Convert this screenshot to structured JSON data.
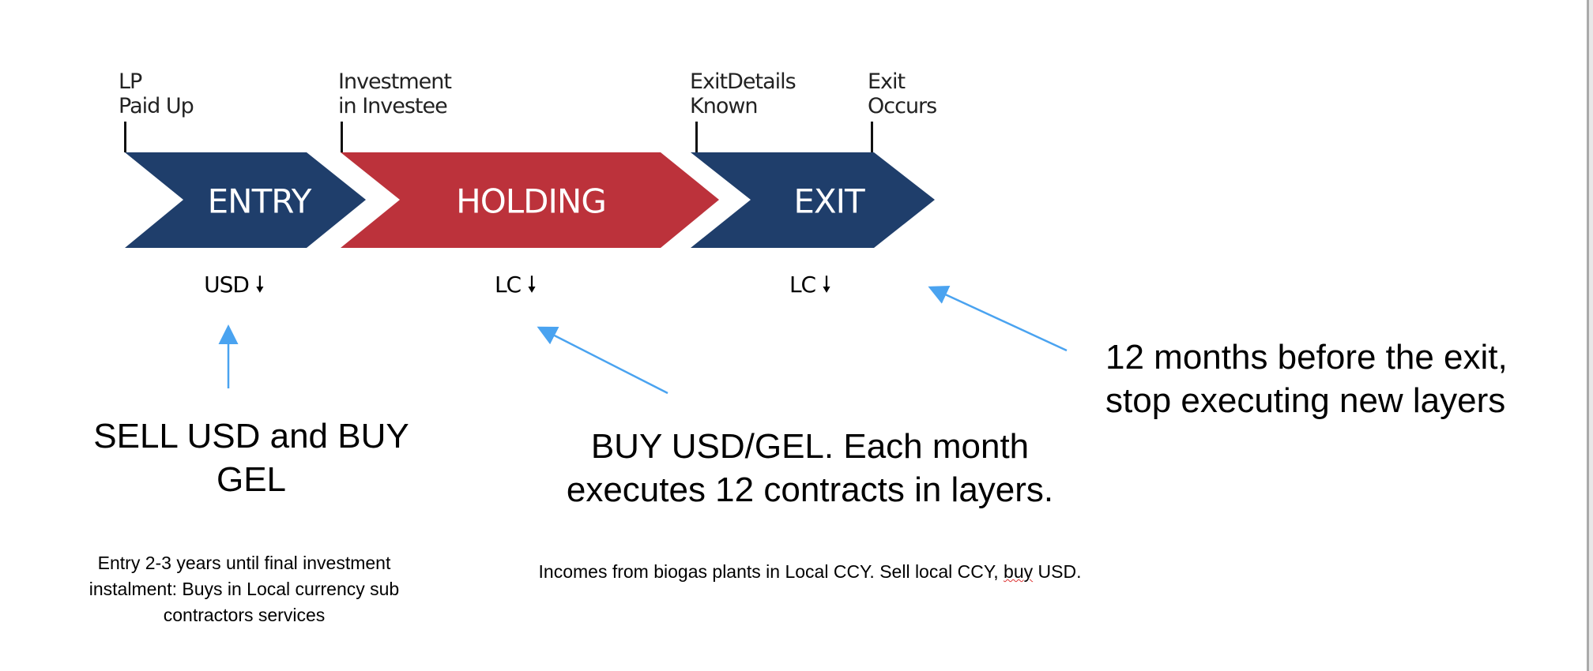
{
  "milestones": [
    {
      "line1": "LP",
      "line2": "Paid Up"
    },
    {
      "line1": "Investment",
      "line2": "in Investee"
    },
    {
      "line1": "ExitDetails",
      "line2": "Known"
    },
    {
      "line1": "Exit",
      "line2": "Occurs"
    }
  ],
  "phases": [
    {
      "label": "ENTRY",
      "color": "#1f3e6b",
      "currency": "USD"
    },
    {
      "label": "HOLDING",
      "color": "#bc323b",
      "currency": "LC"
    },
    {
      "label": "EXIT",
      "color": "#1f3e6b",
      "currency": "LC"
    }
  ],
  "arrow_glyph": "down-arrow-icon",
  "annotation_color": "#4aa3f0",
  "notes": {
    "entry": {
      "line1": "SELL USD and BUY",
      "line2": "GEL",
      "detail1": "Entry 2-3 years until final investment",
      "detail2": "instalment: Buys in Local currency sub",
      "detail3": "contractors services"
    },
    "holding": {
      "line1": "BUY USD/GEL. Each month",
      "line2": "executes 12 contracts in layers.",
      "detail_a": "Incomes from biogas plants in Local CCY. Sell local CCY, ",
      "detail_b": "buy",
      "detail_c": " USD."
    },
    "exit": {
      "line1": "12 months before the exit,",
      "line2": "stop executing new layers"
    }
  }
}
